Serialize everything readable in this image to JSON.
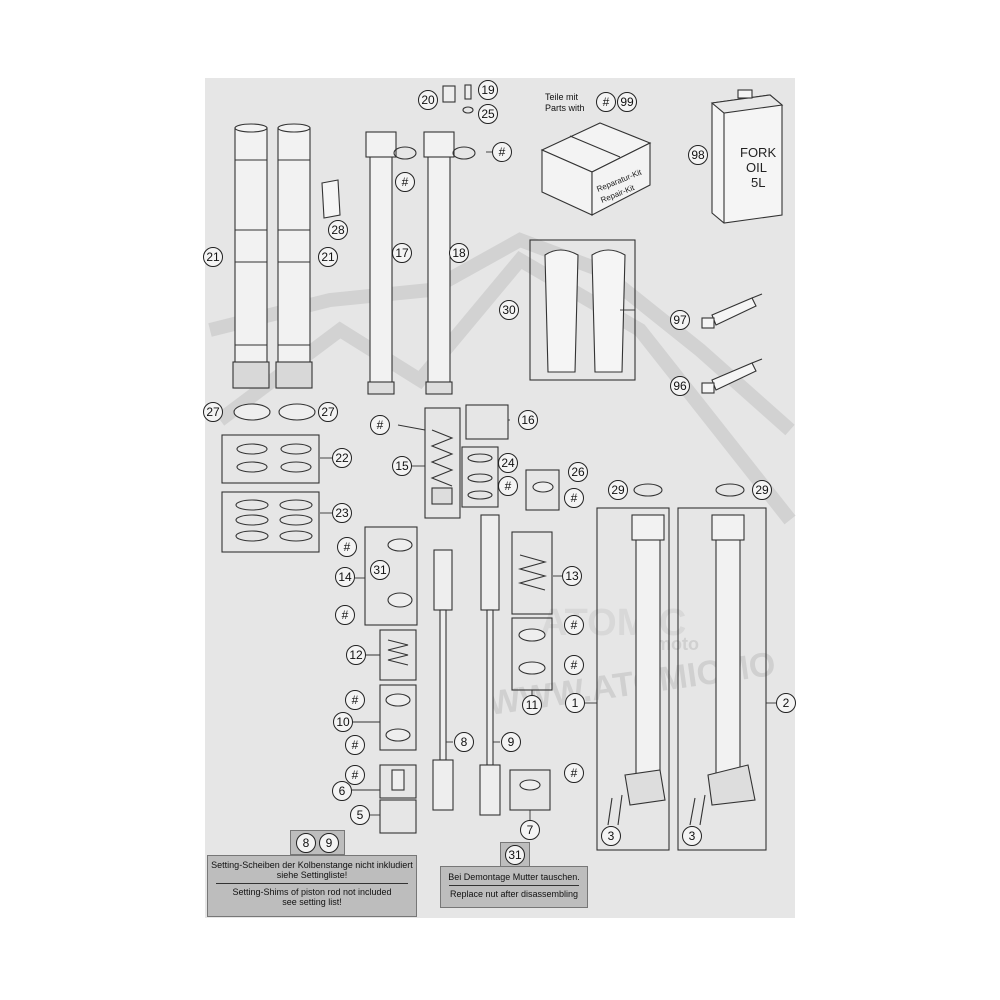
{
  "labels": {
    "l1": "1",
    "l2": "2",
    "l3a": "3",
    "l3b": "3",
    "l5": "5",
    "l6": "6",
    "l7": "7",
    "l8": "8",
    "l9": "9",
    "l10": "10",
    "l11": "11",
    "l12": "12",
    "l13": "13",
    "l14": "14",
    "l15": "15",
    "l16": "16",
    "l17": "17",
    "l18": "18",
    "l19": "19",
    "l20": "20",
    "l21a": "21",
    "l21b": "21",
    "l22": "22",
    "l23": "23",
    "l24": "24",
    "l25": "25",
    "l26": "26",
    "l27a": "27",
    "l27b": "27",
    "l28": "28",
    "l29a": "29",
    "l29b": "29",
    "l30": "30",
    "l31": "31",
    "l96": "96",
    "l97": "97",
    "l98": "98",
    "l99": "99",
    "hash": "#"
  },
  "kit_note": {
    "line1": "Teile mit",
    "line2": "Parts with"
  },
  "repair_kit": {
    "de": "Reparatur-Kit",
    "en": "Repair-Kit"
  },
  "oil_can": {
    "line1": "FORK",
    "line2": "OIL",
    "line3": "5L"
  },
  "note_shims": {
    "tag1": "8",
    "tag2": "9",
    "de_1": "Setting-Scheiben der Kolbenstange nicht inkludiert",
    "de_2": "siehe Settingliste!",
    "en_1": "Setting-Shims of piston rod not included",
    "en_2": "see setting list!"
  },
  "note_nut": {
    "tag": "31",
    "de": "Bei Demontage Mutter tauschen.",
    "en": "Replace nut after disassembling"
  },
  "watermark": {
    "brand": "ATOMIC",
    "sub": "moto",
    "url": "WWW.ATOMICMO"
  },
  "colors": {
    "sheet": "#e6e6e6",
    "note": "#bdbdbd",
    "line": "#333333"
  }
}
